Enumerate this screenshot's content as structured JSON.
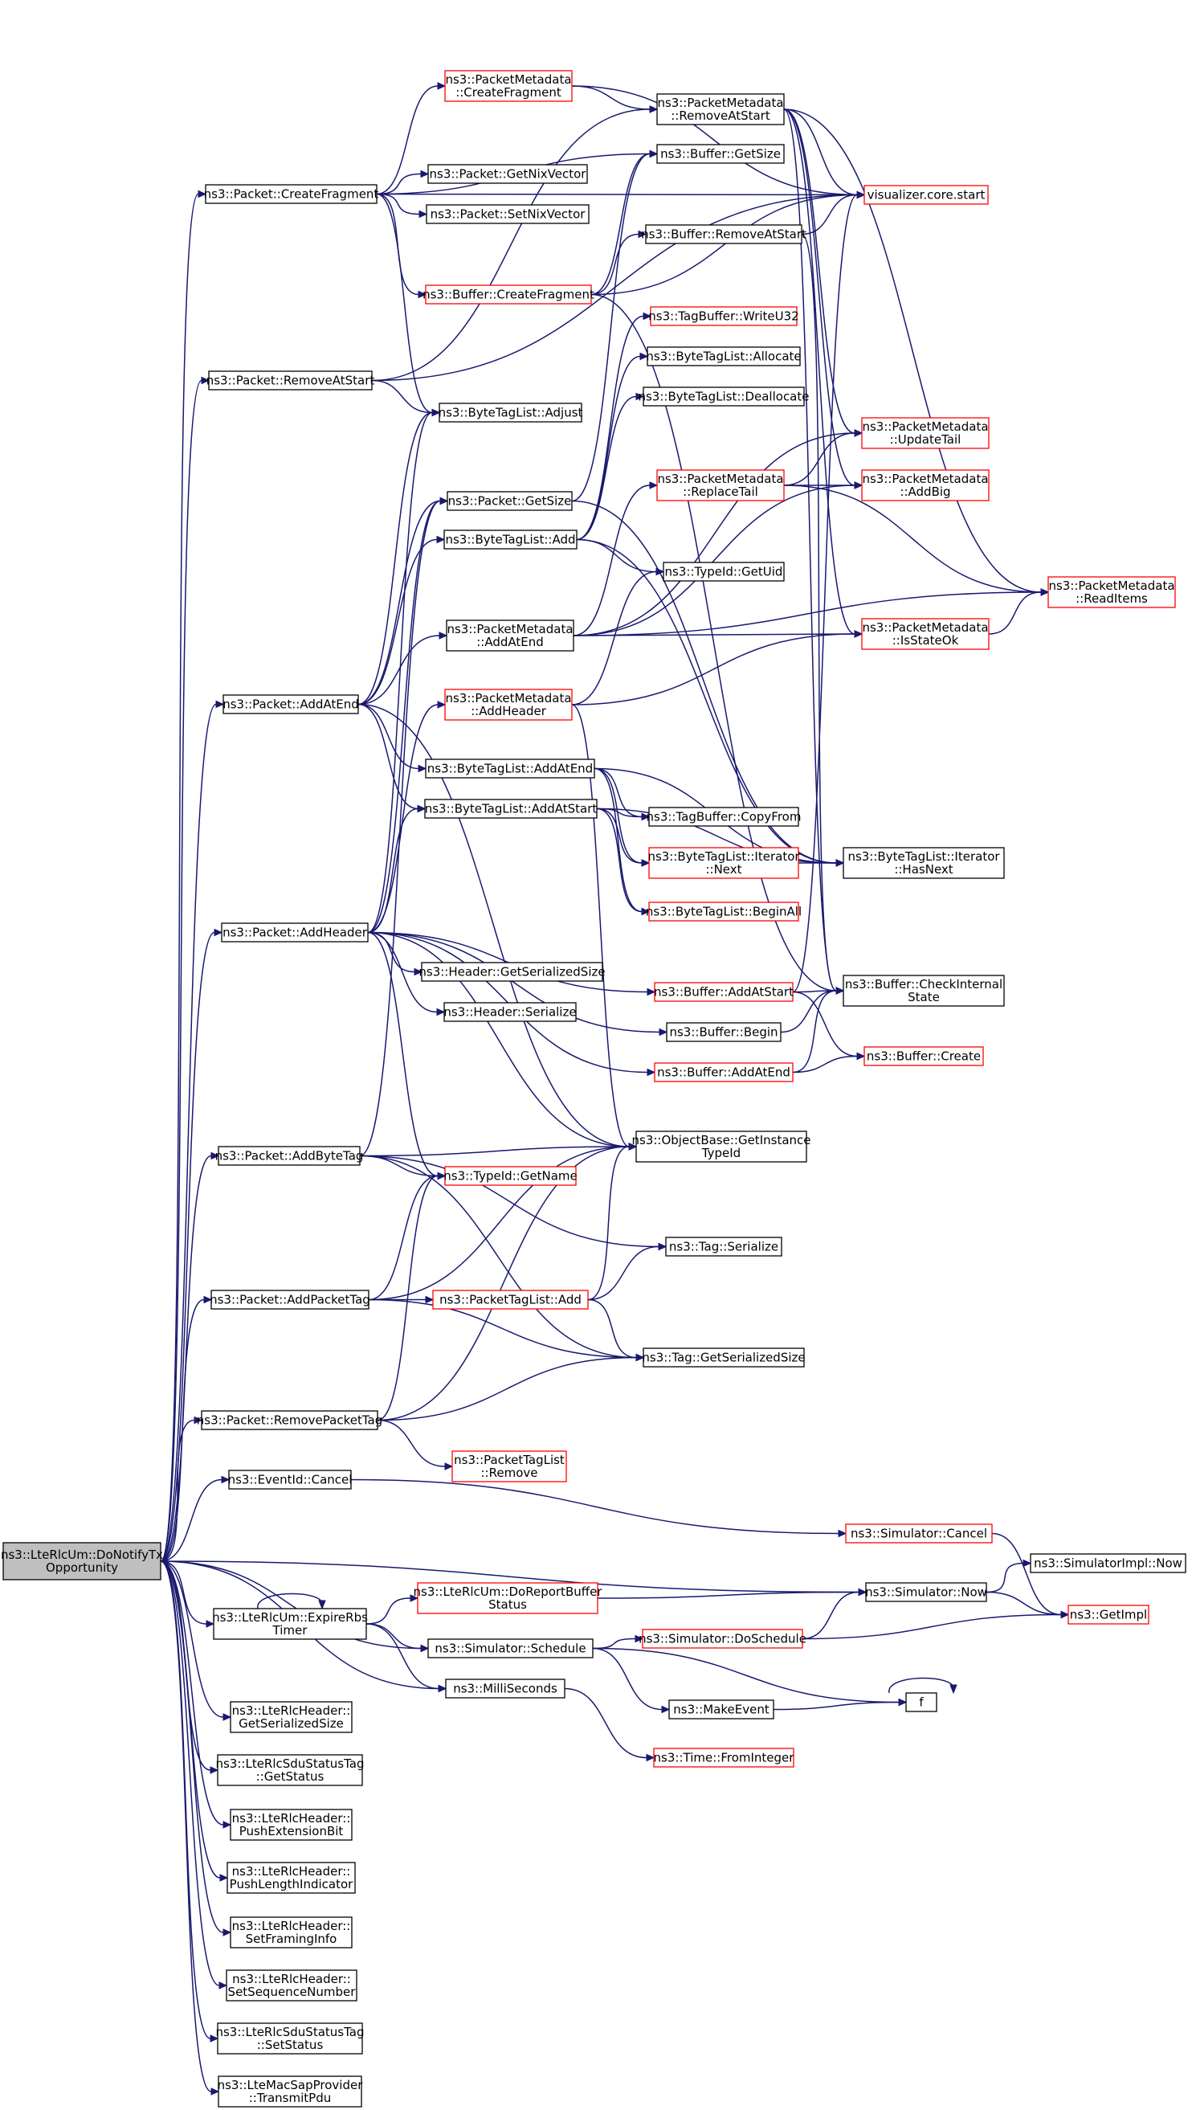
{
  "colors": {
    "edge": "#191970",
    "box_border": "#000000",
    "undocumented_border": "#ff0000",
    "root_fill": "#bfbfbf"
  },
  "nodes": [
    {
      "id": "root",
      "lines": [
        "ns3::LteRlcUm::DoNotifyTx",
        "Opportunity"
      ],
      "style": "root"
    },
    {
      "id": "pcf",
      "lines": [
        "ns3::Packet::CreateFragment"
      ],
      "style": "normal"
    },
    {
      "id": "pras",
      "lines": [
        "ns3::Packet::RemoveAtStart"
      ],
      "style": "normal"
    },
    {
      "id": "pae",
      "lines": [
        "ns3::Packet::AddAtEnd"
      ],
      "style": "normal"
    },
    {
      "id": "pah",
      "lines": [
        "ns3::Packet::AddHeader"
      ],
      "style": "normal"
    },
    {
      "id": "pabt",
      "lines": [
        "ns3::Packet::AddByteTag"
      ],
      "style": "normal"
    },
    {
      "id": "papt",
      "lines": [
        "ns3::Packet::AddPacketTag"
      ],
      "style": "normal"
    },
    {
      "id": "prpt",
      "lines": [
        "ns3::Packet::RemovePacketTag"
      ],
      "style": "normal"
    },
    {
      "id": "evc",
      "lines": [
        "ns3::EventId::Cancel"
      ],
      "style": "normal"
    },
    {
      "id": "erbs",
      "lines": [
        "ns3::LteRlcUm::ExpireRbs",
        "Timer"
      ],
      "style": "normal"
    },
    {
      "id": "hgss",
      "lines": [
        "ns3::LteRlcHeader::",
        "GetSerializedSize"
      ],
      "style": "normal"
    },
    {
      "id": "sdug",
      "lines": [
        "ns3::LteRlcSduStatusTag",
        "::GetStatus"
      ],
      "style": "normal"
    },
    {
      "id": "peb",
      "lines": [
        "ns3::LteRlcHeader::",
        "PushExtensionBit"
      ],
      "style": "normal"
    },
    {
      "id": "pli",
      "lines": [
        "ns3::LteRlcHeader::",
        "PushLengthIndicator"
      ],
      "style": "normal"
    },
    {
      "id": "sfi",
      "lines": [
        "ns3::LteRlcHeader::",
        "SetFramingInfo"
      ],
      "style": "normal"
    },
    {
      "id": "ssn",
      "lines": [
        "ns3::LteRlcHeader::",
        "SetSequenceNumber"
      ],
      "style": "normal"
    },
    {
      "id": "sdus",
      "lines": [
        "ns3::LteRlcSduStatusTag",
        "::SetStatus"
      ],
      "style": "normal"
    },
    {
      "id": "tpdu",
      "lines": [
        "ns3::LteMacSapProvider",
        "::TransmitPdu"
      ],
      "style": "normal"
    },
    {
      "id": "pmcf",
      "lines": [
        "ns3::PacketMetadata",
        "::CreateFragment"
      ],
      "style": "red"
    },
    {
      "id": "gnv",
      "lines": [
        "ns3::Packet::GetNixVector"
      ],
      "style": "normal"
    },
    {
      "id": "snv",
      "lines": [
        "ns3::Packet::SetNixVector"
      ],
      "style": "normal"
    },
    {
      "id": "bcf",
      "lines": [
        "ns3::Buffer::CreateFragment"
      ],
      "style": "red"
    },
    {
      "id": "btla",
      "lines": [
        "ns3::ByteTagList::Adjust"
      ],
      "style": "normal"
    },
    {
      "id": "pgs",
      "lines": [
        "ns3::Packet::GetSize"
      ],
      "style": "normal"
    },
    {
      "id": "btladd",
      "lines": [
        "ns3::ByteTagList::Add"
      ],
      "style": "normal"
    },
    {
      "id": "pmae",
      "lines": [
        "ns3::PacketMetadata",
        "::AddAtEnd"
      ],
      "style": "normal"
    },
    {
      "id": "pmah",
      "lines": [
        "ns3::PacketMetadata",
        "::AddHeader"
      ],
      "style": "red"
    },
    {
      "id": "btlae",
      "lines": [
        "ns3::ByteTagList::AddAtEnd"
      ],
      "style": "normal"
    },
    {
      "id": "btlas",
      "lines": [
        "ns3::ByteTagList::AddAtStart"
      ],
      "style": "normal"
    },
    {
      "id": "hgss2",
      "lines": [
        "ns3::Header::GetSerializedSize"
      ],
      "style": "normal"
    },
    {
      "id": "hser",
      "lines": [
        "ns3::Header::Serialize"
      ],
      "style": "normal"
    },
    {
      "id": "tgn",
      "lines": [
        "ns3::TypeId::GetName"
      ],
      "style": "red"
    },
    {
      "id": "ptla",
      "lines": [
        "ns3::PacketTagList::Add"
      ],
      "style": "red"
    },
    {
      "id": "ptlr",
      "lines": [
        "ns3::PacketTagList",
        "::Remove"
      ],
      "style": "red"
    },
    {
      "id": "rlcdrbs",
      "lines": [
        "ns3::LteRlcUm::DoReportBuffer",
        "Status"
      ],
      "style": "red"
    },
    {
      "id": "simsch",
      "lines": [
        "ns3::Simulator::Schedule"
      ],
      "style": "normal"
    },
    {
      "id": "msec",
      "lines": [
        "ns3::MilliSeconds"
      ],
      "style": "normal"
    },
    {
      "id": "pmras",
      "lines": [
        "ns3::PacketMetadata",
        "::RemoveAtStart"
      ],
      "style": "normal"
    },
    {
      "id": "bgs",
      "lines": [
        "ns3::Buffer::GetSize"
      ],
      "style": "normal"
    },
    {
      "id": "bras",
      "lines": [
        "ns3::Buffer::RemoveAtStart"
      ],
      "style": "normal"
    },
    {
      "id": "tbw",
      "lines": [
        "ns3::TagBuffer::WriteU32"
      ],
      "style": "red"
    },
    {
      "id": "btlal",
      "lines": [
        "ns3::ByteTagList::Allocate"
      ],
      "style": "normal"
    },
    {
      "id": "btld",
      "lines": [
        "ns3::ByteTagList::Deallocate"
      ],
      "style": "normal"
    },
    {
      "id": "pmrt",
      "lines": [
        "ns3::PacketMetadata",
        "::ReplaceTail"
      ],
      "style": "red"
    },
    {
      "id": "tgu",
      "lines": [
        "ns3::TypeId::GetUid"
      ],
      "style": "normal"
    },
    {
      "id": "tbcf",
      "lines": [
        "ns3::TagBuffer::CopyFrom"
      ],
      "style": "normal"
    },
    {
      "id": "btlin",
      "lines": [
        "ns3::ByteTagList::Iterator",
        "::Next"
      ],
      "style": "red"
    },
    {
      "id": "btlba",
      "lines": [
        "ns3::ByteTagList::BeginAll"
      ],
      "style": "red"
    },
    {
      "id": "bas",
      "lines": [
        "ns3::Buffer::AddAtStart"
      ],
      "style": "red"
    },
    {
      "id": "bbeg",
      "lines": [
        "ns3::Buffer::Begin"
      ],
      "style": "normal"
    },
    {
      "id": "bae",
      "lines": [
        "ns3::Buffer::AddAtEnd"
      ],
      "style": "red"
    },
    {
      "id": "obgit",
      "lines": [
        "ns3::ObjectBase::GetInstance",
        "TypeId"
      ],
      "style": "normal"
    },
    {
      "id": "tser",
      "lines": [
        "ns3::Tag::Serialize"
      ],
      "style": "normal"
    },
    {
      "id": "tgss",
      "lines": [
        "ns3::Tag::GetSerializedSize"
      ],
      "style": "normal"
    },
    {
      "id": "simcan",
      "lines": [
        "ns3::Simulator::Cancel"
      ],
      "style": "red"
    },
    {
      "id": "simnow",
      "lines": [
        "ns3::Simulator::Now"
      ],
      "style": "normal"
    },
    {
      "id": "simds",
      "lines": [
        "ns3::Simulator::DoSchedule"
      ],
      "style": "red"
    },
    {
      "id": "mkev",
      "lines": [
        "ns3::MakeEvent"
      ],
      "style": "normal"
    },
    {
      "id": "tfi",
      "lines": [
        "ns3::Time::FromInteger"
      ],
      "style": "red"
    },
    {
      "id": "vcs",
      "lines": [
        "visualizer.core.start"
      ],
      "style": "red"
    },
    {
      "id": "pmut",
      "lines": [
        "ns3::PacketMetadata",
        "::UpdateTail"
      ],
      "style": "red"
    },
    {
      "id": "pmab",
      "lines": [
        "ns3::PacketMetadata",
        "::AddBig"
      ],
      "style": "red"
    },
    {
      "id": "pmiso",
      "lines": [
        "ns3::PacketMetadata",
        "::IsStateOk"
      ],
      "style": "red"
    },
    {
      "id": "btlihn",
      "lines": [
        "ns3::ByteTagList::Iterator",
        "::HasNext"
      ],
      "style": "normal"
    },
    {
      "id": "bcis",
      "lines": [
        "ns3::Buffer::CheckInternal",
        "State"
      ],
      "style": "normal"
    },
    {
      "id": "bcr",
      "lines": [
        "ns3::Buffer::Create"
      ],
      "style": "red"
    },
    {
      "id": "simimpl",
      "lines": [
        "ns3::SimulatorImpl::Now"
      ],
      "style": "normal"
    },
    {
      "id": "getimpl",
      "lines": [
        "ns3::GetImpl"
      ],
      "style": "red"
    },
    {
      "id": "pmri",
      "lines": [
        "ns3::PacketMetadata",
        "::ReadItems"
      ],
      "style": "red"
    },
    {
      "id": "f",
      "lines": [
        "f"
      ],
      "style": "normal"
    }
  ]
}
